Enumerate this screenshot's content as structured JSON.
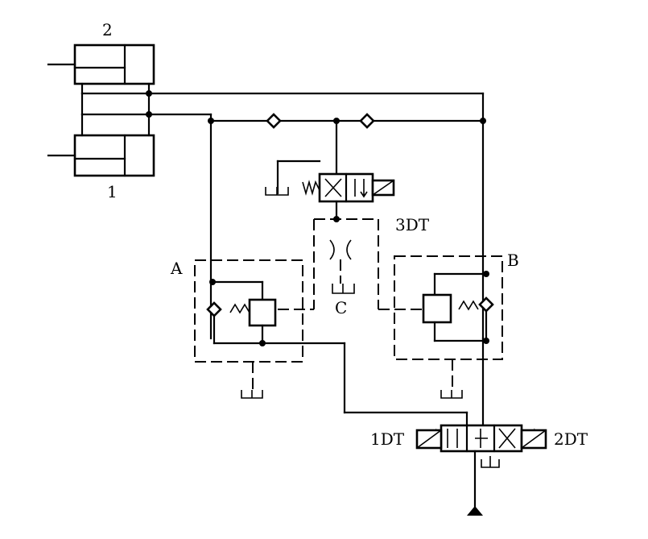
{
  "labels": {
    "cyl_top": "2",
    "cyl_bottom": "1",
    "sol_3": "3DT",
    "valve_a": "A",
    "valve_b": "B",
    "throttle": "C",
    "sol_1": "1DT",
    "sol_2": "2DT"
  }
}
